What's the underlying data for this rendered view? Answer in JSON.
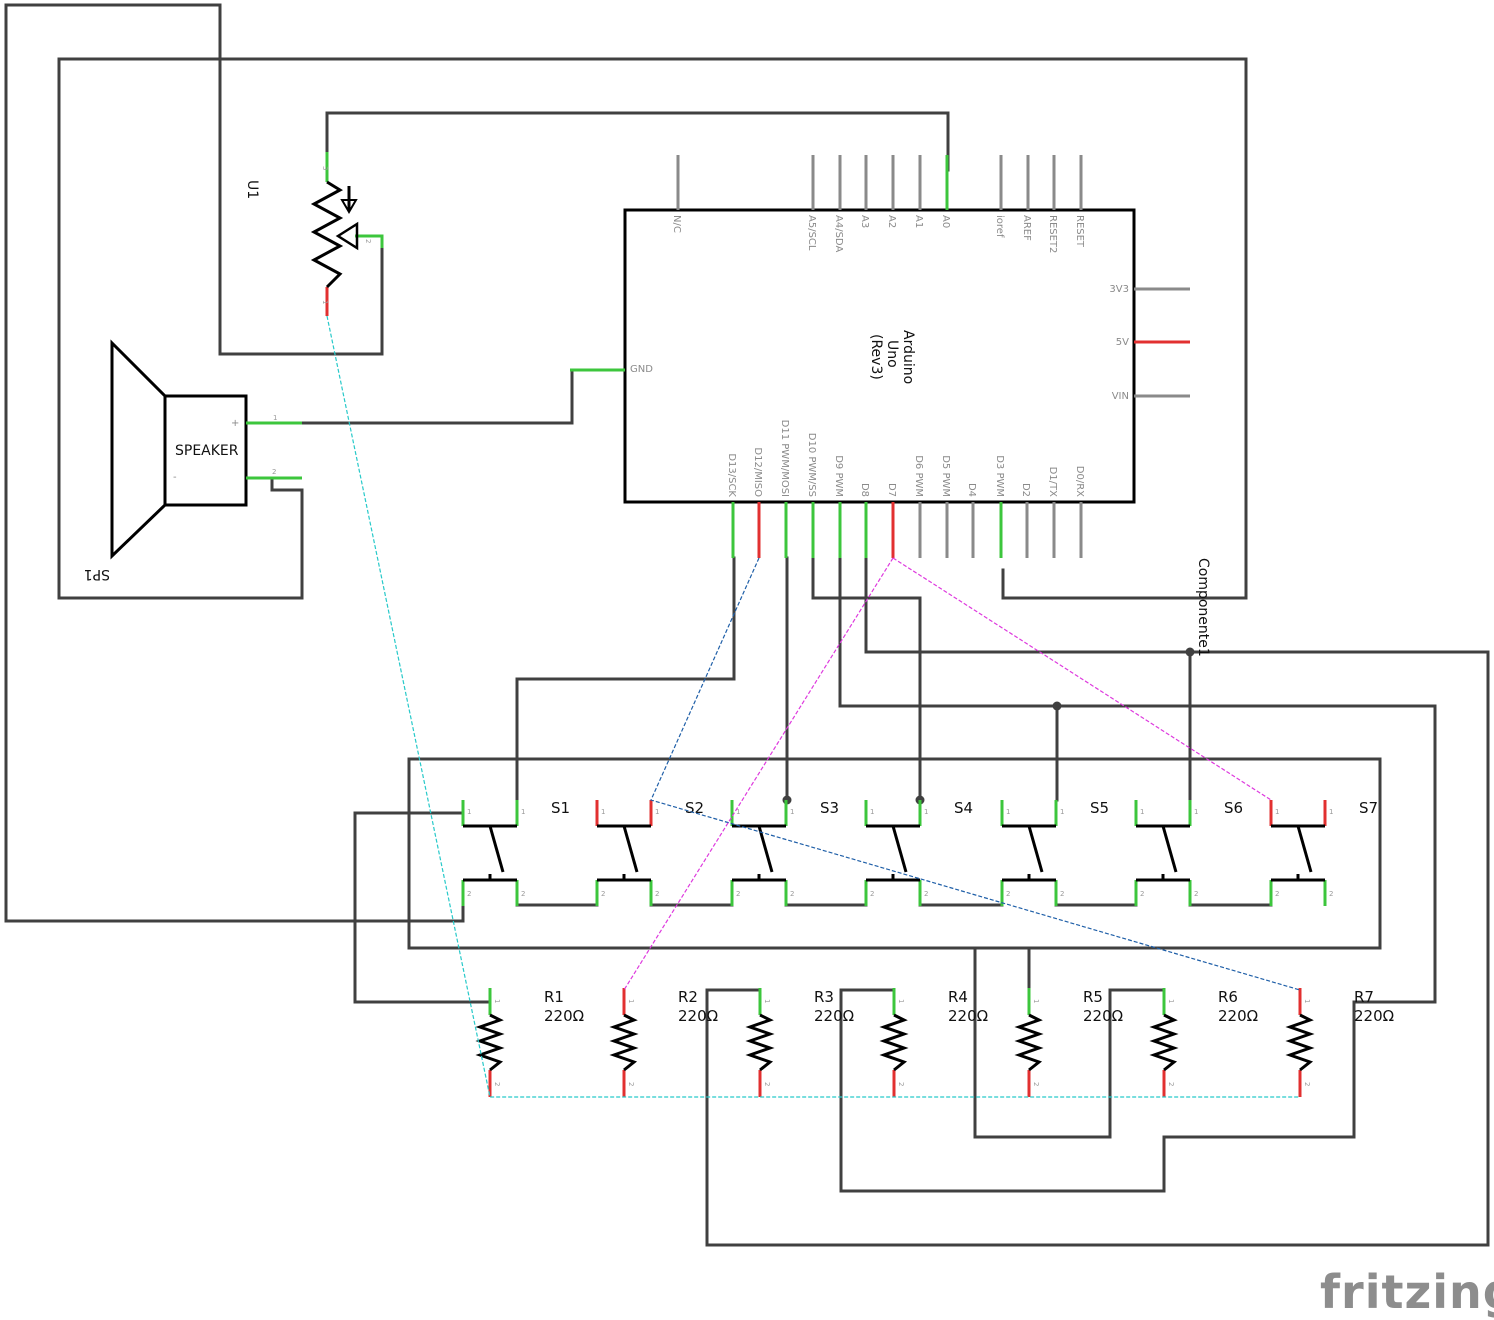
{
  "arduino": {
    "name_line1": "Arduino",
    "name_line2": "Uno",
    "name_line3": "(Rev3)",
    "top_pins": [
      "N/C",
      "A5/SCL",
      "A4/SDA",
      "A3",
      "A2",
      "A1",
      "A0",
      "ioref",
      "AREF",
      "RESET2",
      "RESET"
    ],
    "right_pins": [
      "3V3",
      "5V",
      "VIN"
    ],
    "left_pin": "GND",
    "bottom_pins": [
      "D13/SCK",
      "D12/MISO",
      "D11 PWM/MOSI",
      "D10 PWM/SS",
      "D9 PWM",
      "D8",
      "D7",
      "D6 PWM",
      "D5 PWM",
      "D4",
      "D3 PWM",
      "D2",
      "D1/TX",
      "D0/RX"
    ]
  },
  "pot": {
    "label": "U1",
    "pin1": "1",
    "pin2": "2",
    "pin3": "3"
  },
  "speaker": {
    "label": "SPEAKER",
    "ref": "SP1",
    "plus": "+",
    "minus": "-",
    "pin1": "1",
    "pin2": "2"
  },
  "component_label": "Componente1",
  "switches": [
    "S1",
    "S2",
    "S3",
    "S4",
    "S5",
    "S6",
    "S7"
  ],
  "switch_pin1": "1",
  "switch_pin2": "2",
  "resistors": [
    {
      "ref": "R1",
      "value": "220Ω"
    },
    {
      "ref": "R2",
      "value": "220Ω"
    },
    {
      "ref": "R3",
      "value": "220Ω"
    },
    {
      "ref": "R4",
      "value": "220Ω"
    },
    {
      "ref": "R5",
      "value": "220Ω"
    },
    {
      "ref": "R6",
      "value": "220Ω"
    },
    {
      "ref": "R7",
      "value": "220Ω"
    }
  ],
  "resistor_pin1": "1",
  "resistor_pin2": "2",
  "logo": "fritzing"
}
